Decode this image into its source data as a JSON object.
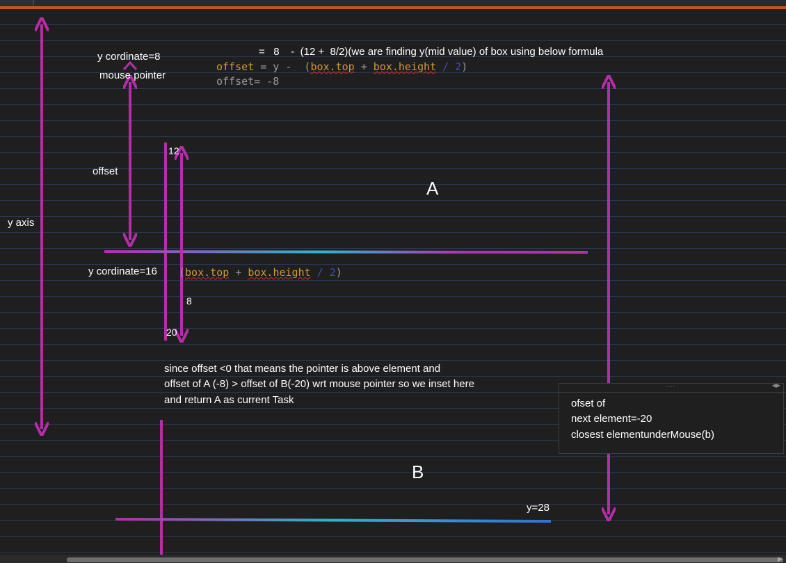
{
  "colors": {
    "arrow_magenta": "#b52ea8",
    "box_top_gradient": [
      "#b52ea8",
      "#3a6fd0",
      "#6fd6c8"
    ],
    "code_orange": "#d49a3a",
    "code_gray": "#9a9a9a",
    "code_blue": "#3a4fb0",
    "text_white": "#ffffff",
    "background": "#1f1f1f",
    "rule_line": "#2c3550",
    "title_accent": "#c8561b"
  },
  "labels": {
    "y_coord_mouse": "y cordinate=8",
    "mouse_pointer": "mouse pointer",
    "offset": "offset",
    "y_axis": "y axis",
    "y_coord_mid": "y cordinate=16",
    "num_12": "12",
    "num_8": "8",
    "num_20": "20",
    "box_a": "A",
    "box_b": "B",
    "y28": "y=28"
  },
  "formula": {
    "eq_line_prefix": "=   8    -  (12 +  8/2)",
    "eq_line_note": "(we are finding y(mid value) of box using below formula",
    "code_offset_word": "offset",
    "code_eq_y": " = y - ",
    "code_open": " (",
    "code_box_top": "box.top",
    "code_plus": " + ",
    "code_box_height": "box.height",
    "code_div_2": " / 2",
    "code_close": ")",
    "offset_result": "offset= -8",
    "mid_open": "(",
    "mid_box_top": "box.top",
    "mid_plus": " + ",
    "mid_box_height": "box.height",
    "mid_div_2": " / 2",
    "mid_close": ")"
  },
  "explanation": [
    "since offset <0 that means the pointer is above element and",
    "offset of A (-8) > offset of B(-20) wrt mouse pointer so we inset here",
    "and return A as current Task"
  ],
  "side_panel": {
    "line1": "ofset of",
    "line2": "next element=-20",
    "line3": "closest elementunderMouse(b)"
  }
}
